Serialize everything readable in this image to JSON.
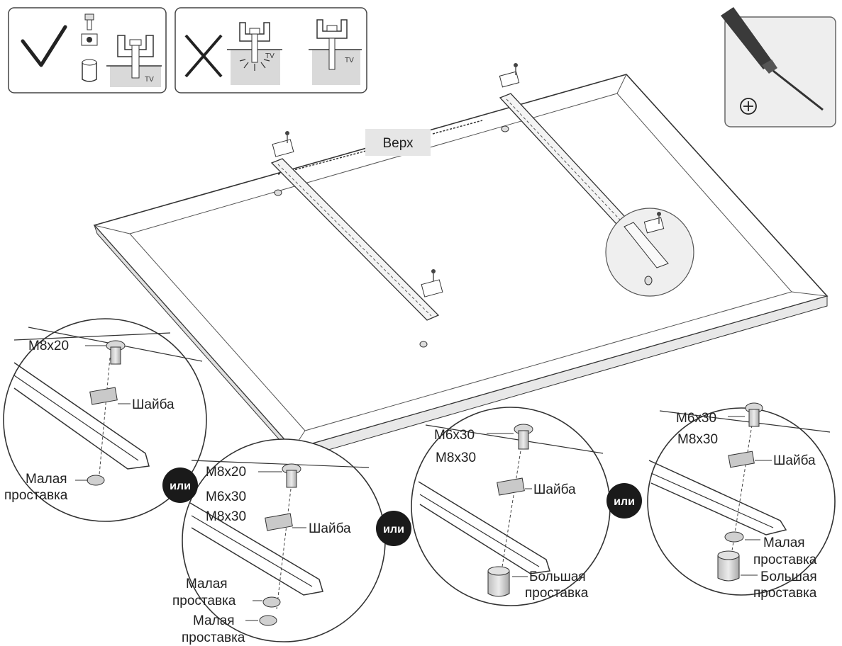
{
  "top_label": "Верх",
  "or_label": "или",
  "tv_mark": "TV",
  "screwdriver": {
    "icon": "phillips-screwdriver-icon",
    "symbol": "⊕"
  },
  "legend": {
    "correct_icon": "check-mark-icon",
    "wrong_icon": "cross-mark-icon"
  },
  "details": [
    {
      "screws": [
        "M8x20"
      ],
      "washer": "Шайба",
      "spacers": [
        "Малая проставка"
      ]
    },
    {
      "screws": [
        "M8x20",
        "M6x30",
        "M8x30"
      ],
      "washer": "Шайба",
      "spacers": [
        "Малая проставка",
        "Малая проставка"
      ]
    },
    {
      "screws": [
        "M6x30",
        "M8x30"
      ],
      "washer": "Шайба",
      "spacers": [
        "Большая проставка"
      ]
    },
    {
      "screws": [
        "M6x30",
        "M8x30"
      ],
      "washer": "Шайба",
      "spacers": [
        "Малая проставка",
        "Большая проставка"
      ]
    }
  ],
  "colors": {
    "line": "#333333",
    "spacer": "#cfcfcf",
    "badge": "#1a1a1a"
  }
}
